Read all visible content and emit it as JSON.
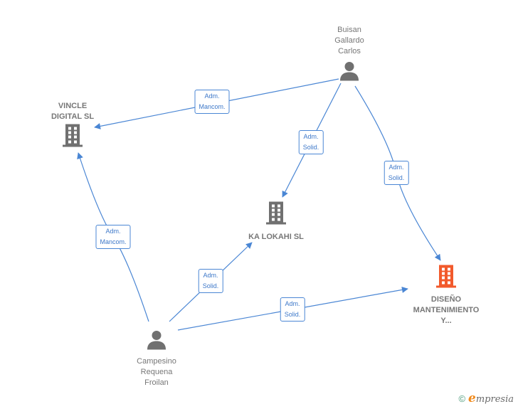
{
  "colors": {
    "edge": "#4a86d4",
    "edge_label_text": "#3d78c9",
    "node_icon": "#707070",
    "highlight_icon": "#f25a2c",
    "label_text": "#777777"
  },
  "nodes": [
    {
      "id": "buisan",
      "type": "person",
      "label_lines": [
        "Buisan",
        "Gallardo",
        "Carlos"
      ]
    },
    {
      "id": "vincle",
      "type": "company",
      "label_lines": [
        "VINCLE",
        "DIGITAL SL"
      ]
    },
    {
      "id": "kalokahi",
      "type": "company",
      "label_lines": [
        "KA LOKAHI  SL"
      ]
    },
    {
      "id": "diseno",
      "type": "company",
      "highlight": true,
      "label_lines": [
        "DISEÑO",
        "MANTENIMIENTO",
        "Y..."
      ]
    },
    {
      "id": "campesino",
      "type": "person",
      "label_lines": [
        "Campesino",
        "Requena",
        "Froilan"
      ]
    }
  ],
  "edges": [
    {
      "from": "buisan",
      "to": "vincle",
      "label_lines": [
        "Adm.",
        "Mancom."
      ]
    },
    {
      "from": "buisan",
      "to": "kalokahi",
      "label_lines": [
        "Adm.",
        "Solid."
      ]
    },
    {
      "from": "buisan",
      "to": "diseno",
      "label_lines": [
        "Adm.",
        "Solid."
      ]
    },
    {
      "from": "campesino",
      "to": "vincle",
      "label_lines": [
        "Adm.",
        "Mancom."
      ]
    },
    {
      "from": "campesino",
      "to": "kalokahi",
      "label_lines": [
        "Adm.",
        "Solid."
      ]
    },
    {
      "from": "campesino",
      "to": "diseno",
      "label_lines": [
        "Adm.",
        "Solid."
      ]
    }
  ],
  "footer": {
    "copyright_symbol": "©",
    "brand_initial": "e",
    "brand_rest": "mpresia"
  }
}
